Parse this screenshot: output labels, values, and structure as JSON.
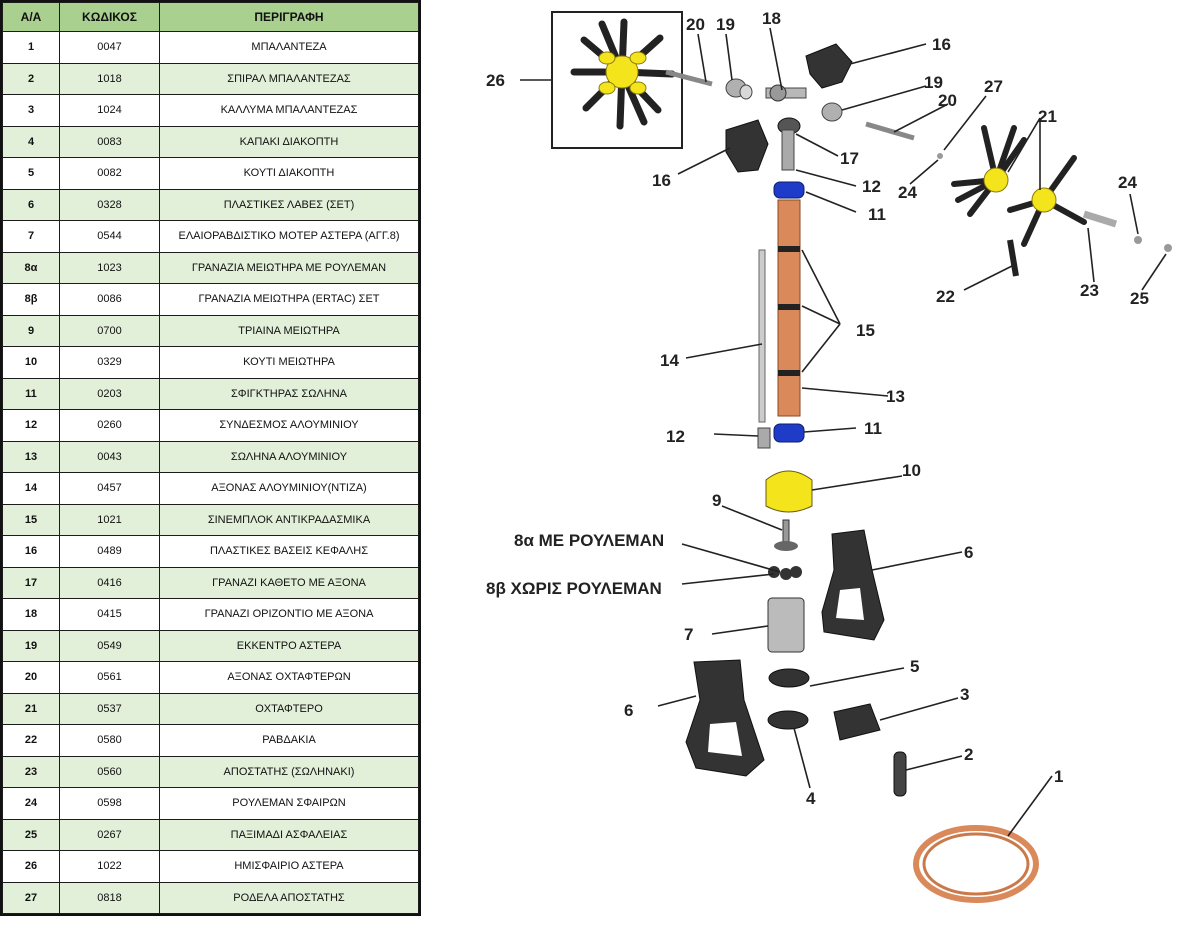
{
  "table": {
    "headers": [
      "Α/Α",
      "ΚΩΔΙΚΟΣ",
      "ΠΕΡΙΓΡΑΦΗ"
    ],
    "rows": [
      {
        "aa": "1",
        "code": "0047",
        "desc": "ΜΠΑΛΑΝΤΕΖΑ"
      },
      {
        "aa": "2",
        "code": "1018",
        "desc": "ΣΠΙΡΑΛ ΜΠΑΛΑΝΤΕΖΑΣ"
      },
      {
        "aa": "3",
        "code": "1024",
        "desc": "ΚΑΛΛΥΜΑ ΜΠΑΛΑΝΤΕΖΑΣ"
      },
      {
        "aa": "4",
        "code": "0083",
        "desc": "ΚΑΠΑΚΙ ΔΙΑΚΟΠΤΗ"
      },
      {
        "aa": "5",
        "code": "0082",
        "desc": "ΚΟΥΤΙ ΔΙΑΚΟΠΤΗ"
      },
      {
        "aa": "6",
        "code": "0328",
        "desc": "ΠΛΑΣΤΙΚΕΣ ΛΑΒΕΣ (ΣΕΤ)"
      },
      {
        "aa": "7",
        "code": "0544",
        "desc": "ΕΛΑΙΟΡΑΒΔΙΣΤΙΚΟ ΜΟΤΕΡ ΑΣΤΕΡΑ (ΑΓΓ.8)"
      },
      {
        "aa": "8α",
        "code": "1023",
        "desc": "ΓΡΑΝΑΖΙΑ ΜΕΙΩΤΗΡΑ ΜΕ ΡΟΥΛΕΜΑΝ"
      },
      {
        "aa": "8β",
        "code": "0086",
        "desc": "ΓΡΑΝΑΖΙΑ ΜΕΙΩΤΗΡΑ (ERTAC) ΣΕΤ"
      },
      {
        "aa": "9",
        "code": "0700",
        "desc": "ΤΡΙΑΙΝΑ ΜΕΙΩΤΗΡΑ"
      },
      {
        "aa": "10",
        "code": "0329",
        "desc": "ΚΟΥΤΙ ΜΕΙΩΤΗΡΑ"
      },
      {
        "aa": "11",
        "code": "0203",
        "desc": "ΣΦΙΓΚΤΗΡΑΣ ΣΩΛΗΝΑ"
      },
      {
        "aa": "12",
        "code": "0260",
        "desc": "ΣΥΝΔΕΣΜΟΣ ΑΛΟΥΜΙΝΙΟΥ"
      },
      {
        "aa": "13",
        "code": "0043",
        "desc": "ΣΩΛΗΝΑ ΑΛΟΥΜΙΝΙΟΥ"
      },
      {
        "aa": "14",
        "code": "0457",
        "desc": "ΑΞΟΝΑΣ ΑΛΟΥΜΙΝΙΟΥ(ΝΤΙΖΑ)"
      },
      {
        "aa": "15",
        "code": "1021",
        "desc": "ΣΙΝΕΜΠΛΟΚ ΑΝΤΙΚΡΑΔΑΣΜΙΚΑ"
      },
      {
        "aa": "16",
        "code": "0489",
        "desc": "ΠΛΑΣΤΙΚΕΣ ΒΑΣΕΙΣ ΚΕΦΑΛΗΣ"
      },
      {
        "aa": "17",
        "code": "0416",
        "desc": "ΓΡΑΝΑΖΙ ΚΑΘΕΤΟ ΜΕ ΑΞΟΝΑ"
      },
      {
        "aa": "18",
        "code": "0415",
        "desc": "ΓΡΑΝΑΖΙ ΟΡΙΖΟΝΤΙΟ ΜΕ ΑΞΟΝΑ"
      },
      {
        "aa": "19",
        "code": "0549",
        "desc": "ΕΚΚΕΝΤΡΟ ΑΣΤΕΡΑ"
      },
      {
        "aa": "20",
        "code": "0561",
        "desc": "ΑΞΟΝΑΣ ΟΧΤΑΦΤΕΡΩΝ"
      },
      {
        "aa": "21",
        "code": "0537",
        "desc": "ΟΧΤΑΦΤΕΡΟ"
      },
      {
        "aa": "22",
        "code": "0580",
        "desc": "ΡΑΒΔΑΚΙΑ"
      },
      {
        "aa": "23",
        "code": "0560",
        "desc": "ΑΠΟΣΤΑΤΗΣ (ΣΩΛΗΝΑΚΙ)"
      },
      {
        "aa": "24",
        "code": "0598",
        "desc": "ΡΟΥΛΕΜΑΝ ΣΦΑΙΡΩΝ"
      },
      {
        "aa": "25",
        "code": "0267",
        "desc": "ΠΑΞΙΜΑΔΙ ΑΣΦΑΛΕΙΑΣ"
      },
      {
        "aa": "26",
        "code": "1022",
        "desc": "ΗΜΙΣΦΑΙΡΙΟ ΑΣΤΕΡΑ"
      },
      {
        "aa": "27",
        "code": "0818",
        "desc": "ΡΟΔΕΛΑ ΑΠΟΣΤΑΤΗΣ"
      }
    ]
  },
  "diagram": {
    "labels": {
      "l26": "26",
      "l20a": "20",
      "l19a": "19",
      "l18": "18",
      "l16a": "16",
      "l19b": "19",
      "l20b": "20",
      "l27": "27",
      "l21": "21",
      "l16b": "16",
      "l17": "17",
      "l12a": "12",
      "l24a": "24",
      "l11a": "11",
      "l24b": "24",
      "l22": "22",
      "l23": "23",
      "l25": "25",
      "l15": "15",
      "l14": "14",
      "l13": "13",
      "l12b": "12",
      "l11b": "11",
      "l10": "10",
      "l9": "9",
      "l8a": "8α ΜΕ ΡΟΥΛΕΜΑΝ",
      "l8b": "8β ΧΩΡΙΣ ΡΟΥΛΕΜΑΝ",
      "l6a": "6",
      "l7": "7",
      "l5": "5",
      "l6b": "6",
      "l3": "3",
      "l2": "2",
      "l4": "4",
      "l1": "1"
    },
    "colors": {
      "yellow": "#f4e41c",
      "copper": "#d9895a",
      "blue": "#1e3cc8",
      "dark": "#2a2a2a",
      "gray": "#8a8a8a"
    }
  }
}
